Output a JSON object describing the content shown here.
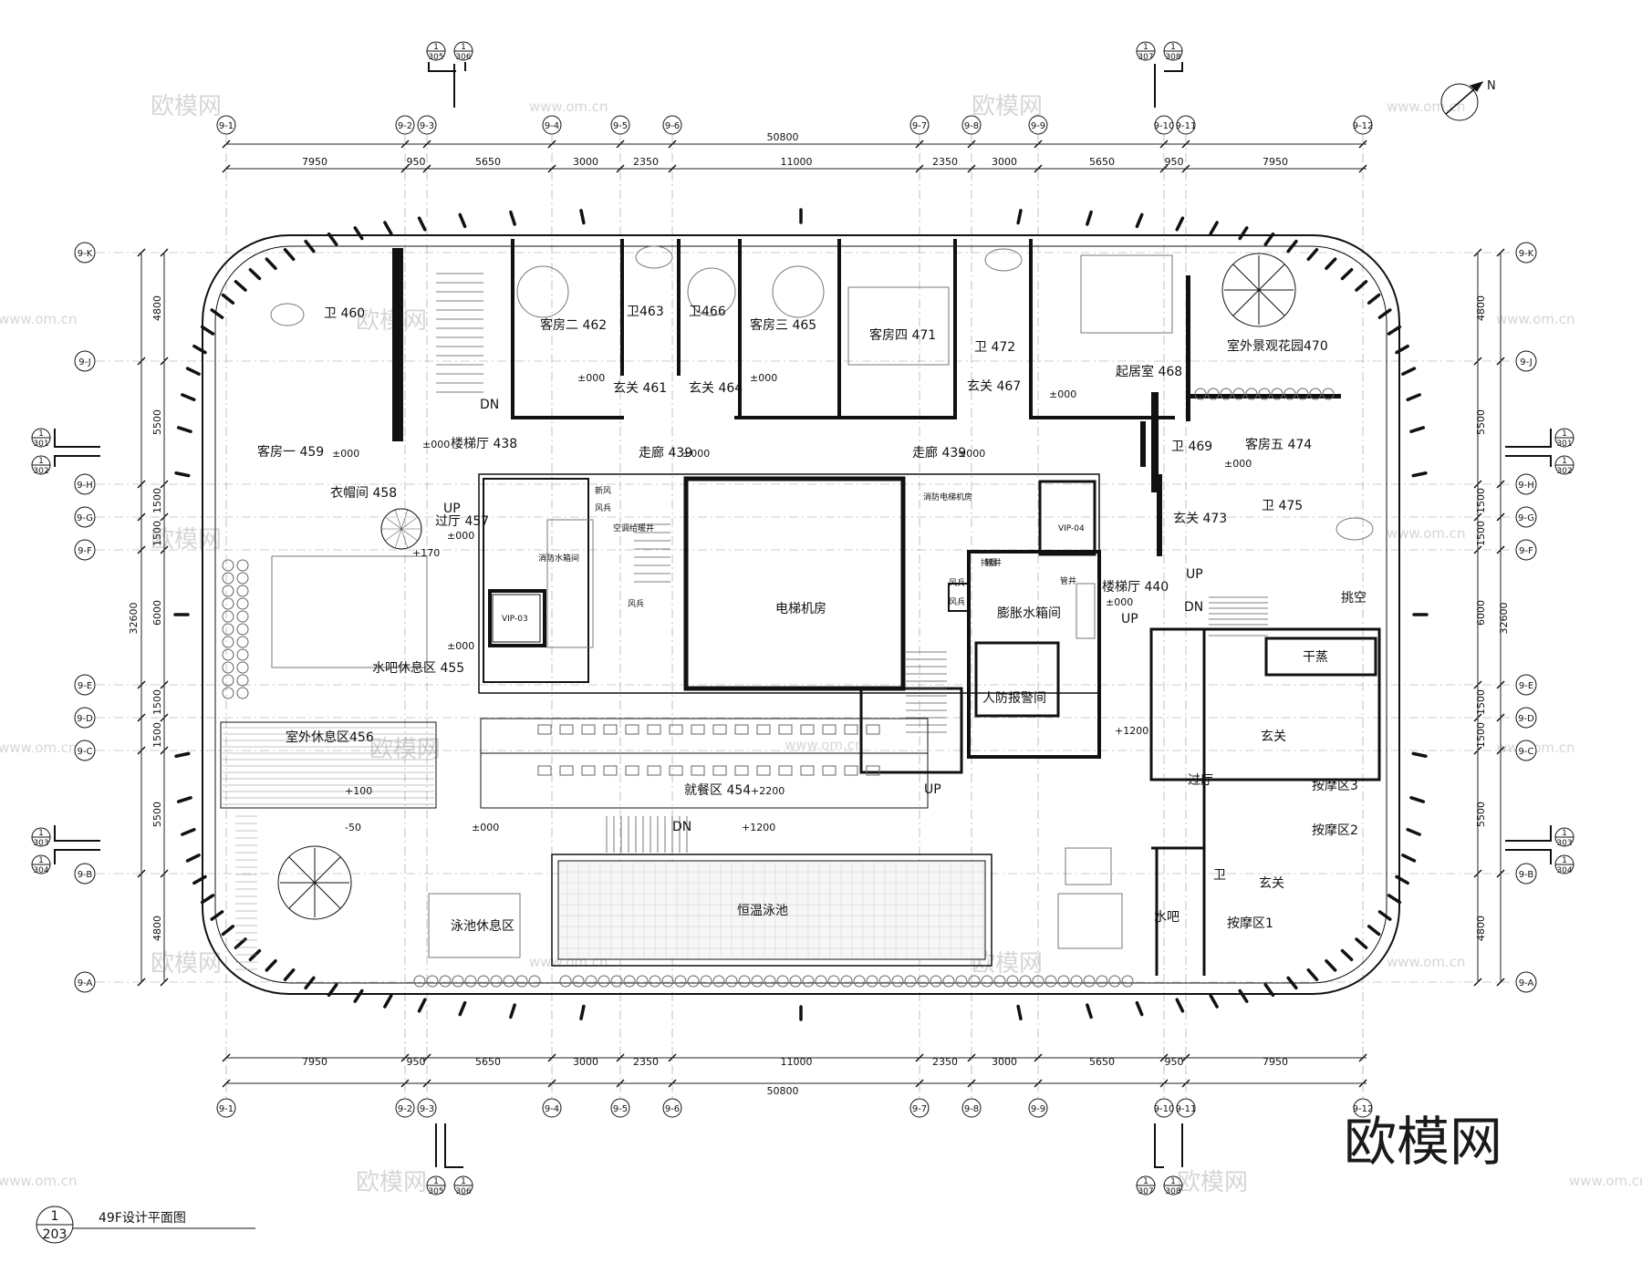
{
  "drawing": {
    "title": "49F设计平面图",
    "view_no": "1",
    "sheet_no": "203",
    "brand": "欧模网"
  },
  "watermarks": [
    "欧模网",
    "www.om.cn"
  ],
  "grid_columns": [
    "9-1",
    "9-2",
    "9-3",
    "9-4",
    "9-5",
    "9-6",
    "9-7",
    "9-8",
    "9-9",
    "9-10",
    "9-11",
    "9-12"
  ],
  "grid_rows": [
    "9-K",
    "9-J",
    "9-H",
    "9-G",
    "9-F",
    "9-E",
    "9-D",
    "9-C",
    "9-B",
    "9-A"
  ],
  "dimensions": {
    "total_width": "50800",
    "column_spans": [
      "7950",
      "950",
      "5650",
      "3000",
      "2350",
      "11000",
      "2350",
      "3000",
      "5650",
      "950",
      "7950"
    ],
    "total_height": "32600",
    "row_spans": [
      "4800",
      "5500",
      "1500",
      "1500",
      "6000",
      "1500",
      "1500",
      "5500",
      "4800"
    ]
  },
  "section_marks": {
    "top_left": [
      "1",
      "305",
      "1",
      "306"
    ],
    "top_right": [
      "1",
      "307",
      "1",
      "308"
    ],
    "bottom_left": [
      "1",
      "305",
      "1",
      "306"
    ],
    "bottom_right": [
      "1",
      "307",
      "1",
      "308"
    ],
    "left": [
      [
        "1",
        "301"
      ],
      [
        "1",
        "302"
      ],
      [
        "1",
        "303"
      ],
      [
        "1",
        "304"
      ]
    ],
    "right": [
      [
        "1",
        "301"
      ],
      [
        "1",
        "302"
      ],
      [
        "1",
        "303"
      ],
      [
        "1",
        "304"
      ]
    ]
  },
  "rooms": {
    "wei460": "卫 460",
    "kefang459": "客房一 459",
    "louti438": "楼梯厅 438",
    "kefang462": "客房二 462",
    "wei463": "卫463",
    "wei466": "卫466",
    "kefang465": "客房三 465",
    "kefang471": "客房四 471",
    "wei472": "卫 472",
    "xuanguan461": "玄关 461",
    "xuanguan464": "玄关 464",
    "xuanguan467": "玄关 467",
    "qiju468": "起居室 468",
    "garden470": "室外景观花园470",
    "zoulang439a": "走廊 439",
    "zoulang439b": "走廊 439",
    "wei469": "卫\n469",
    "kefang474": "客房五 474",
    "wei475": "卫 475",
    "xuanguan473": "玄关 473",
    "yimao458": "衣帽间 458",
    "guoting457": "过厅 457",
    "shuiba455": "水吧休息区 455",
    "shiwai456": "室外休息区456",
    "dianti": "电梯机房",
    "pengzhang": "膨胀水箱间",
    "renfang": "人防报警间",
    "louti440": "楼梯厅 440",
    "tiaokong": "挑空",
    "ganzheng": "干蒸",
    "xuanguan_r1": "玄关",
    "guoting_r": "过厅",
    "anmo3": "按摩区3",
    "anmo2": "按摩区2",
    "wei_r": "卫",
    "xuanguan_r2": "玄关",
    "shuiba_r": "水吧",
    "anmo1": "按摩区1",
    "jiucan454": "就餐区 454",
    "hengwen": "恒温泳池",
    "yongchi": "泳池休息区",
    "xiaofang_water": "消防水箱间",
    "xiaofang_elev": "消防电梯机房",
    "vip03": "VIP-03",
    "vip04": "VIP-04",
    "fengbing": "风兵",
    "xinfeng": "新风",
    "paiyan": "排烟",
    "kongtiao": "空调给暖井",
    "shuijing": "管井"
  },
  "levels": {
    "l000": "±000",
    "p170": "+170",
    "p100": "+100",
    "m50": "-50",
    "p2200": "+2200",
    "p1200": "+1200",
    "p1200b": "+1200"
  },
  "stair_marks": {
    "dn": "DN",
    "up": "UP"
  }
}
